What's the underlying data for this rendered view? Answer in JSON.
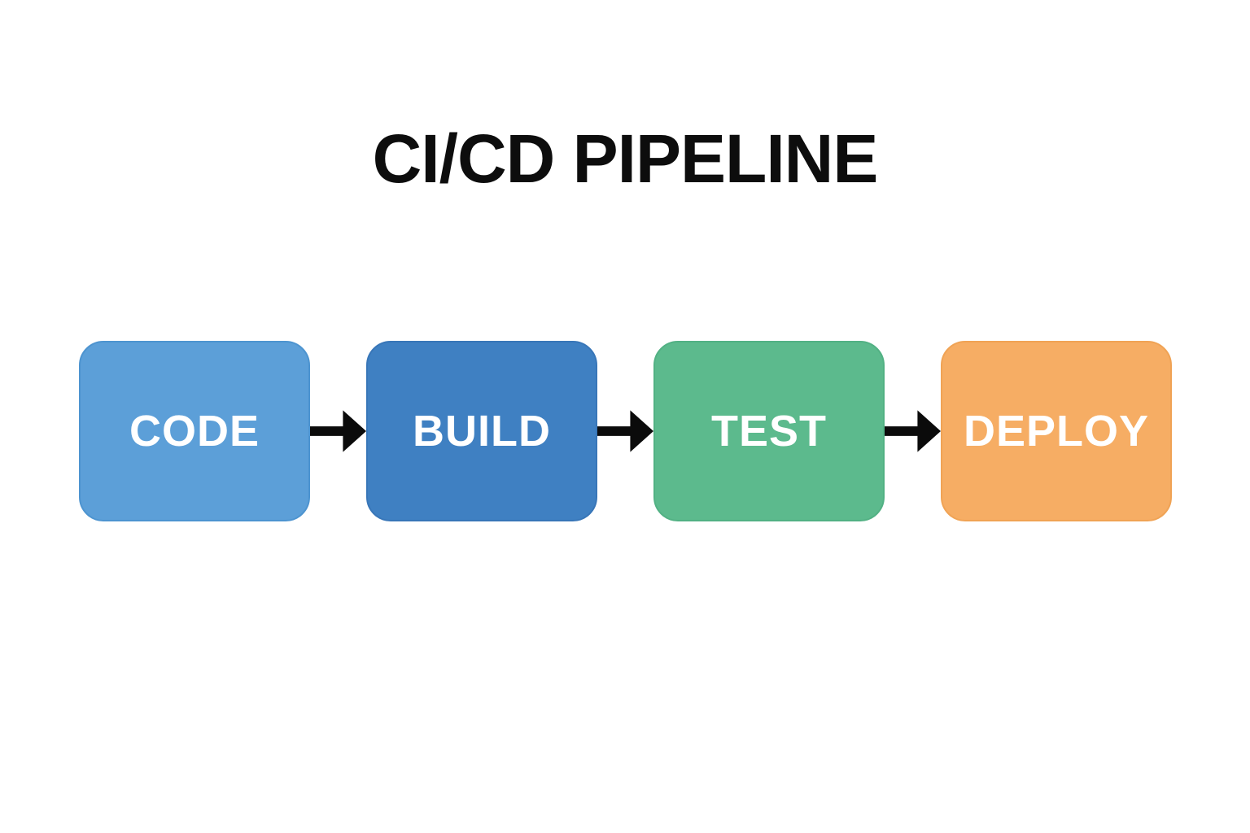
{
  "title": "CI/CD PIPELINE",
  "diagram": {
    "background": "#ffffff",
    "title_color": "#0d0d0d",
    "label_color": "#ffffff",
    "arrow_color": "#0b0b0b",
    "stages": [
      {
        "label": "CODE",
        "fill": "#5c9fd8",
        "border": "#4d94d0"
      },
      {
        "label": "BUILD",
        "fill": "#3f80c2",
        "border": "#3876b8"
      },
      {
        "label": "TEST",
        "fill": "#5cba8d",
        "border": "#52b184"
      },
      {
        "label": "DEPLOY",
        "fill": "#f6ad64",
        "border": "#f0a355"
      }
    ]
  }
}
